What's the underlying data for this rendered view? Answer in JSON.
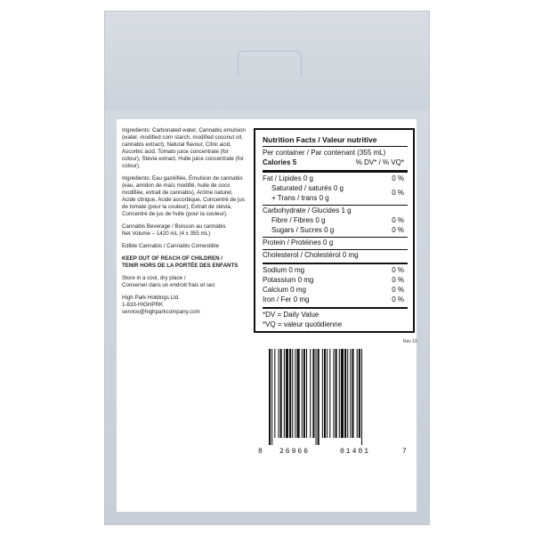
{
  "colors": {
    "box": "#cdd3da",
    "panel": "#ffffff",
    "text": "#111111"
  },
  "left_panel": {
    "ingredients_en": "Ingredients: Carbonated water, Cannabis emulsion (water, modified corn starch, modified coconut oil, cannabis extract), Natural flavour, Citric acid, Ascorbic acid, Tomato juice concentrate (for colour), Stevia extract, Hulle juice concentrate (for colour).",
    "ingredients_fr": "Ingrédients: Eau gazéifiée, Émulsion de cannabis (eau, amidon de maïs modifié, huile de coco modifiée, extrait de cannabis), Arôme naturel, Acide citrique, Acide ascorbique, Concentré de jus de tomate (pour la couleur), Extrait de stévia, Concentré de jus de hulle (pour la couleur).",
    "beverage": "Cannabis Beverage / Boisson au cannabis",
    "net_volume": "Net Volume – 1420 mL (4 x 355 mL)",
    "class": "Edible Cannabis / Cannabis Comestible",
    "warning_en": "KEEP OUT OF REACH OF CHILDREN /",
    "warning_fr": "TENIR HORS DE LA PORTÉE DES ENFANTS",
    "storage_en": "Store in a cool, dry place /",
    "storage_fr": "Conserver dans un endroit frais et sec",
    "company": "High Park Holdings Ltd.",
    "phone": "1-833-HIGHPRK",
    "email": "service@highparkcompany.com"
  },
  "nutrition": {
    "title": "Nutrition Facts / Valeur nutritive",
    "per_container": "Per container / Par contenant (355 mL)",
    "calories": "Calories 5",
    "dv_header": "% DV* / % VQ*",
    "rows": [
      {
        "label": "Fat / Lipides 0 g",
        "pct": "0 %"
      },
      {
        "label": "Saturated / saturés 0 g",
        "pct": "0 %"
      },
      {
        "label": "+ Trans / trans 0 g",
        "pct": ""
      },
      {
        "label": "Carbohydrate / Glucides 1 g",
        "pct": ""
      },
      {
        "label": "Fibre / Fibres 0 g",
        "pct": "0 %"
      },
      {
        "label": "Sugars / Sucres 0 g",
        "pct": "0 %"
      },
      {
        "label": "Protein / Protéines 0 g",
        "pct": ""
      },
      {
        "label": "Cholesterol / Cholestérol 0 mg",
        "pct": ""
      },
      {
        "label": "Sodium 0 mg",
        "pct": "0 %"
      },
      {
        "label": "Potassium 0 mg",
        "pct": "0 %"
      },
      {
        "label": "Calcium 0 mg",
        "pct": "0 %"
      },
      {
        "label": "Iron / Fer 0 mg",
        "pct": "0 %"
      }
    ],
    "footnote_dv": "*DV = Daily Value",
    "footnote_vq": "*VQ = valeur quotidienne"
  },
  "rev": "Rev 10",
  "barcode": {
    "first": "8",
    "left": "26966",
    "right": "01401",
    "last": "7"
  }
}
